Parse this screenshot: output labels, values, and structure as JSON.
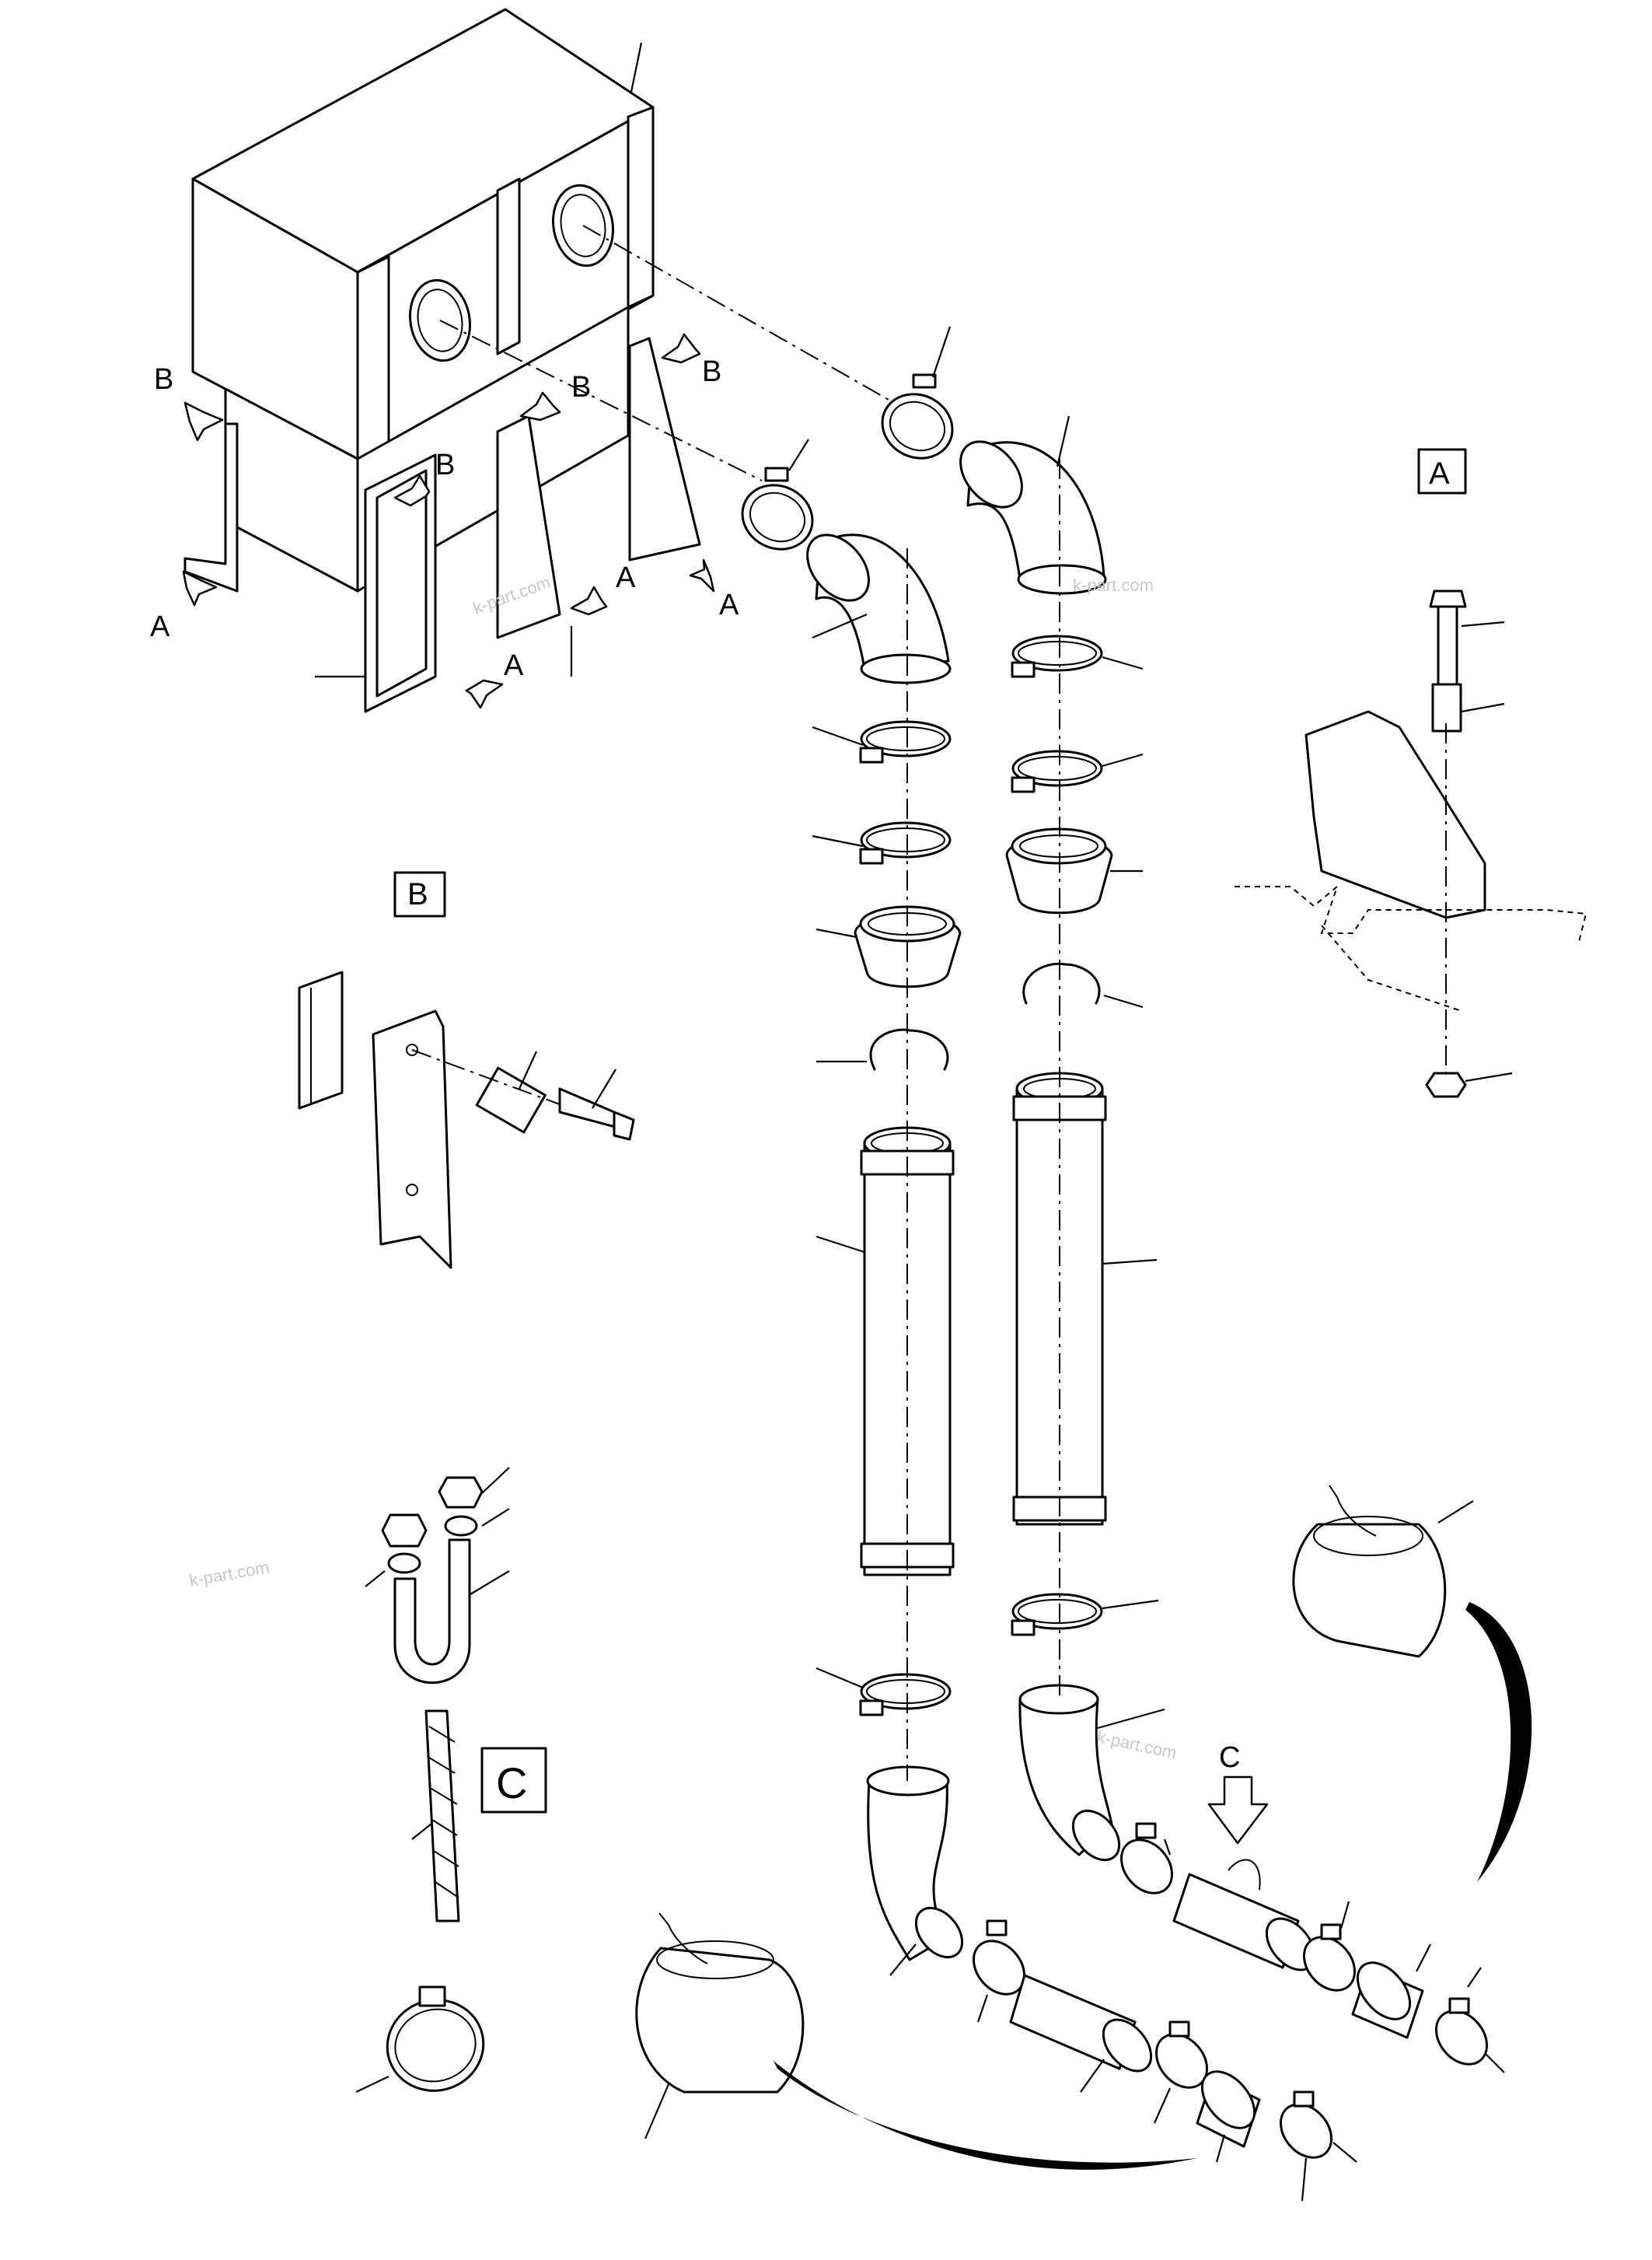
{
  "diagram": {
    "callouts": {
      "A_mark": "A",
      "B_mark": "B",
      "C_mark": "C"
    },
    "detail_boxes": {
      "A": "A",
      "B": "B",
      "C": "C"
    },
    "watermark": "k-part.com"
  }
}
